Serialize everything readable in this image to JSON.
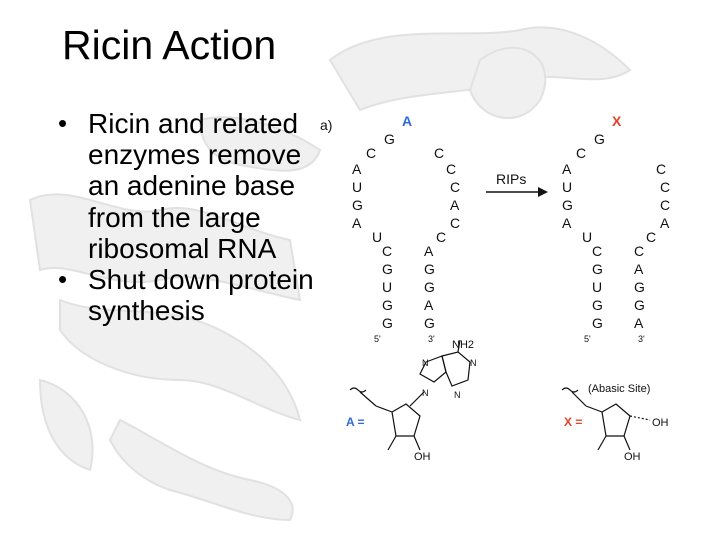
{
  "slide": {
    "title": "Ricin Action",
    "bullets": [
      "Ricin and related enzymes remove an adenine base from the large ribosomal RNA",
      "Shut down protein synthesis"
    ]
  },
  "diagram": {
    "panel_label": "a)",
    "arrow_label": "RIPs",
    "left_loop": {
      "marked_base": "A",
      "left_strand": [
        "G",
        "G",
        "U",
        "G",
        "C",
        "U",
        "A",
        "G",
        "U",
        "A",
        "C",
        "G"
      ],
      "right_strand": [
        "G",
        "A",
        "G",
        "G",
        "A",
        "C",
        "C",
        "A",
        "C",
        "C",
        "C"
      ],
      "five_prime": "5'",
      "three_prime": "3'"
    },
    "right_loop": {
      "marked_base": "X",
      "left_strand": [
        "G",
        "G",
        "U",
        "G",
        "C",
        "U",
        "A",
        "G",
        "U",
        "A",
        "C",
        "G"
      ],
      "right_strand": [
        "A",
        "G",
        "G",
        "A",
        "C",
        "C",
        "A",
        "C",
        "C",
        "C"
      ],
      "five_prime": "5'",
      "three_prime": "3'"
    },
    "adenosine": {
      "label": "A =",
      "amine": "NH2",
      "ring_n": [
        "N",
        "N",
        "N",
        "N"
      ],
      "oh": "OH"
    },
    "abasic": {
      "label": "X =",
      "note": "(Abasic Site)",
      "oh_right": "OH",
      "oh_bottom": "OH"
    },
    "colors": {
      "marked_adenine": "#2f6ad8",
      "marked_site": "#e0442a",
      "text": "#111111",
      "watermark": "#e4e4e4"
    }
  }
}
